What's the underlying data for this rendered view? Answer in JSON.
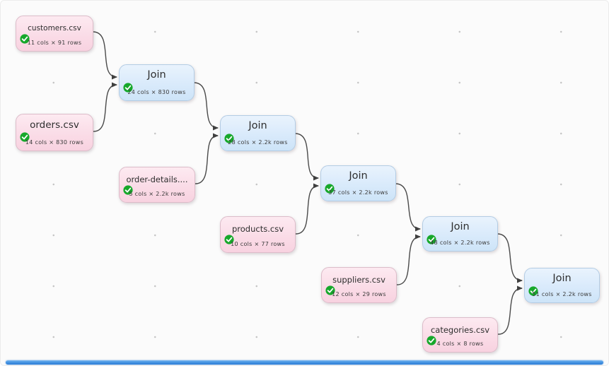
{
  "canvas": {
    "background": "#fbfbfb",
    "grid_dot_color": "#c3c3c3"
  },
  "palette": {
    "source_node_fill": "#fadce7",
    "transform_node_fill": "#d9eafb",
    "status_ok_green": "#17a82b",
    "connector_gray": "#4a4a4a",
    "window_edge_blue": "#3c8ade"
  },
  "nodes": [
    {
      "id": "customers",
      "kind": "source",
      "title": "customers.csv",
      "stats": "11 cols × 91 rows",
      "status": "ok"
    },
    {
      "id": "join-1",
      "kind": "transform",
      "title": "Join",
      "stats": "24 cols × 830 rows",
      "status": "ok"
    },
    {
      "id": "orders",
      "kind": "source",
      "title": "orders.csv",
      "stats": "14 cols × 830 rows",
      "status": "ok"
    },
    {
      "id": "join-2",
      "kind": "transform",
      "title": "Join",
      "stats": "28 cols × 2.2k rows",
      "status": "ok"
    },
    {
      "id": "order-details",
      "kind": "source",
      "title": "order-details....",
      "stats": "5 cols × 2.2k rows",
      "status": "ok"
    },
    {
      "id": "join-3",
      "kind": "transform",
      "title": "Join",
      "stats": "37 cols × 2.2k rows",
      "status": "ok"
    },
    {
      "id": "products",
      "kind": "source",
      "title": "products.csv",
      "stats": "10 cols × 77 rows",
      "status": "ok"
    },
    {
      "id": "join-4",
      "kind": "transform",
      "title": "Join",
      "stats": "48 cols × 2.2k rows",
      "status": "ok"
    },
    {
      "id": "suppliers",
      "kind": "source",
      "title": "suppliers.csv",
      "stats": "12 cols × 29 rows",
      "status": "ok"
    },
    {
      "id": "join-5",
      "kind": "transform",
      "title": "Join",
      "stats": "51 cols × 2.2k rows",
      "status": "ok"
    },
    {
      "id": "categories",
      "kind": "source",
      "title": "categories.csv",
      "stats": "4 cols × 8 rows",
      "status": "ok"
    }
  ],
  "connections": [
    {
      "from": "customers",
      "to": "join-1"
    },
    {
      "from": "orders",
      "to": "join-1"
    },
    {
      "from": "join-1",
      "to": "join-2"
    },
    {
      "from": "order-details",
      "to": "join-2"
    },
    {
      "from": "join-2",
      "to": "join-3"
    },
    {
      "from": "products",
      "to": "join-3"
    },
    {
      "from": "join-3",
      "to": "join-4"
    },
    {
      "from": "suppliers",
      "to": "join-4"
    },
    {
      "from": "join-4",
      "to": "join-5"
    },
    {
      "from": "categories",
      "to": "join-5"
    }
  ]
}
